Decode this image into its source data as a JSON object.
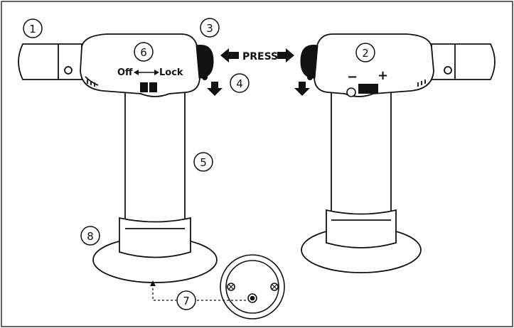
{
  "colors": {
    "outline": "#111111",
    "background": "#ffffff",
    "border": "#333333"
  },
  "callouts": {
    "c1": "1",
    "c2": "2",
    "c3": "3",
    "c4": "4",
    "c5": "5",
    "c6": "6",
    "c7": "7",
    "c8": "8"
  },
  "labels": {
    "press": "PRESS",
    "off": "Off",
    "lock": "Lock",
    "minus": "−",
    "plus": "+"
  },
  "icons": {
    "arrow_left": "arrow-left-icon",
    "arrow_right": "arrow-right-icon",
    "arrow_down": "arrow-down-icon"
  }
}
